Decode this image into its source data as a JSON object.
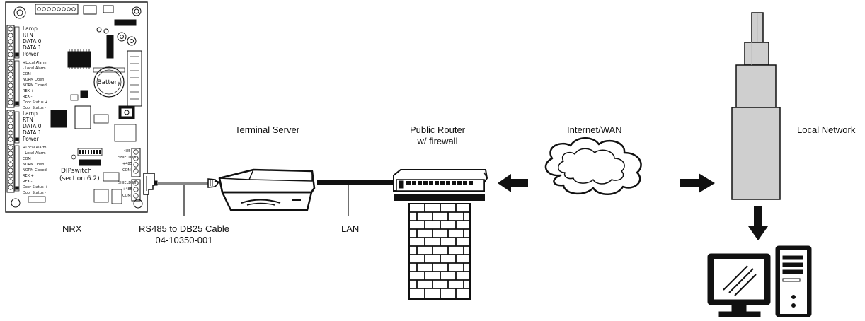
{
  "labels": {
    "nrx": "NRX",
    "cable_line1": "RS485 to DB25 Cable",
    "cable_line2": "04-10350-001",
    "lan": "LAN",
    "terminal_server": "Terminal Server",
    "router_line1": "Public Router",
    "router_line2": "w/ firewall",
    "internet": "Internet/WAN",
    "local_network": "Local Network"
  },
  "board": {
    "battery": "Battery",
    "dipswitch_line1": "DIPswitch",
    "dipswitch_line2": "(section 6.2)",
    "reader_terminals": [
      "Lamp",
      "RTN",
      "DATA 0",
      "DATA 1",
      "Power"
    ],
    "reader_terminals_2": [
      "Lamp",
      "RTN",
      "DATA 0",
      "DATA 1",
      "Power"
    ],
    "io_terminals": [
      "+Local Alarm",
      "- Local Alarm",
      "COM",
      "NORM Open",
      "NORM Closed",
      "REX +",
      "REX -",
      "Door Status +",
      "Door Status -"
    ],
    "io_terminals_2": [
      "+Local Alarm",
      "- Local Alarm",
      "COM",
      "NORM Open",
      "NORM Closed",
      "REX +",
      "REX -",
      "Door Status +",
      "Door Status -"
    ],
    "rs485_terminals": [
      "SHIELD IN",
      "+485",
      "-485",
      "COM"
    ],
    "rs485_terminals_2": [
      "SHIELD IN",
      "+485",
      "COM"
    ]
  },
  "colors": {
    "line": "#111111",
    "cable_gray": "#cfcfcf",
    "cable_gray_dark": "#b8b8b8",
    "background": "#ffffff"
  },
  "icons": [
    "circuit-board",
    "db25-connector",
    "terminal-server",
    "router",
    "firewall-brick",
    "cloud",
    "arrow-left",
    "arrow-right",
    "arrow-down",
    "coax-cable",
    "monitor",
    "pc-tower"
  ]
}
